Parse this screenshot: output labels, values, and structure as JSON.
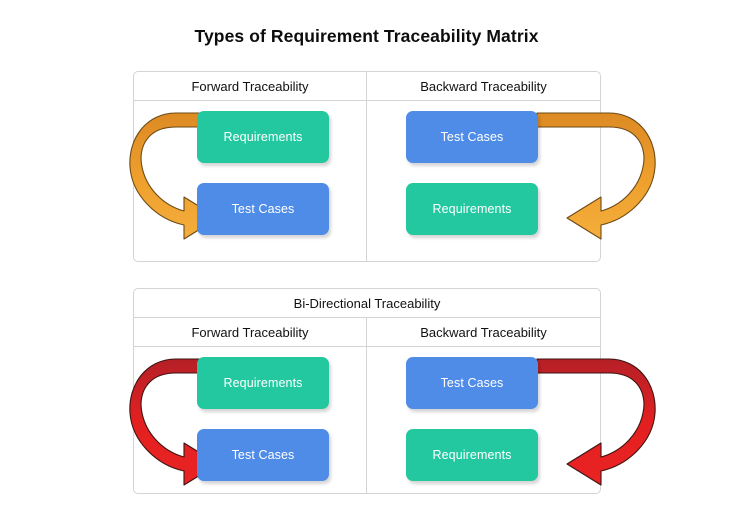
{
  "title": "Types of Requirement Traceability Matrix",
  "colors": {
    "requirements_box": "#23c8a0",
    "test_cases_box": "#4f8ce8",
    "arrow_orange": "#f0a22e",
    "arrow_orange_dark": "#d9822b",
    "arrow_red": "#e32020",
    "arrow_red_dark": "#b61f22",
    "panel_border": "#d4d4d4",
    "background": "#ffffff",
    "text": "#111111"
  },
  "panels": [
    {
      "id": "forward-backward",
      "columns": [
        {
          "header": "Forward Traceability",
          "top_node": "Requirements",
          "bottom_node": "Test Cases",
          "arrow_color": "orange",
          "arrow_direction": "down-left-curve-pointing-right"
        },
        {
          "header": "Backward Traceability",
          "top_node": "Test Cases",
          "bottom_node": "Requirements",
          "arrow_color": "orange",
          "arrow_direction": "down-right-curve-pointing-left"
        }
      ]
    },
    {
      "id": "bidirectional",
      "title": "Bi-Directional Traceability",
      "columns": [
        {
          "header": "Forward Traceability",
          "top_node": "Requirements",
          "bottom_node": "Test Cases",
          "arrow_color": "red",
          "arrow_direction": "down-left-curve-pointing-right"
        },
        {
          "header": "Backward Traceability",
          "top_node": "Test Cases",
          "bottom_node": "Requirements",
          "arrow_color": "red",
          "arrow_direction": "down-right-curve-pointing-left"
        }
      ]
    }
  ]
}
